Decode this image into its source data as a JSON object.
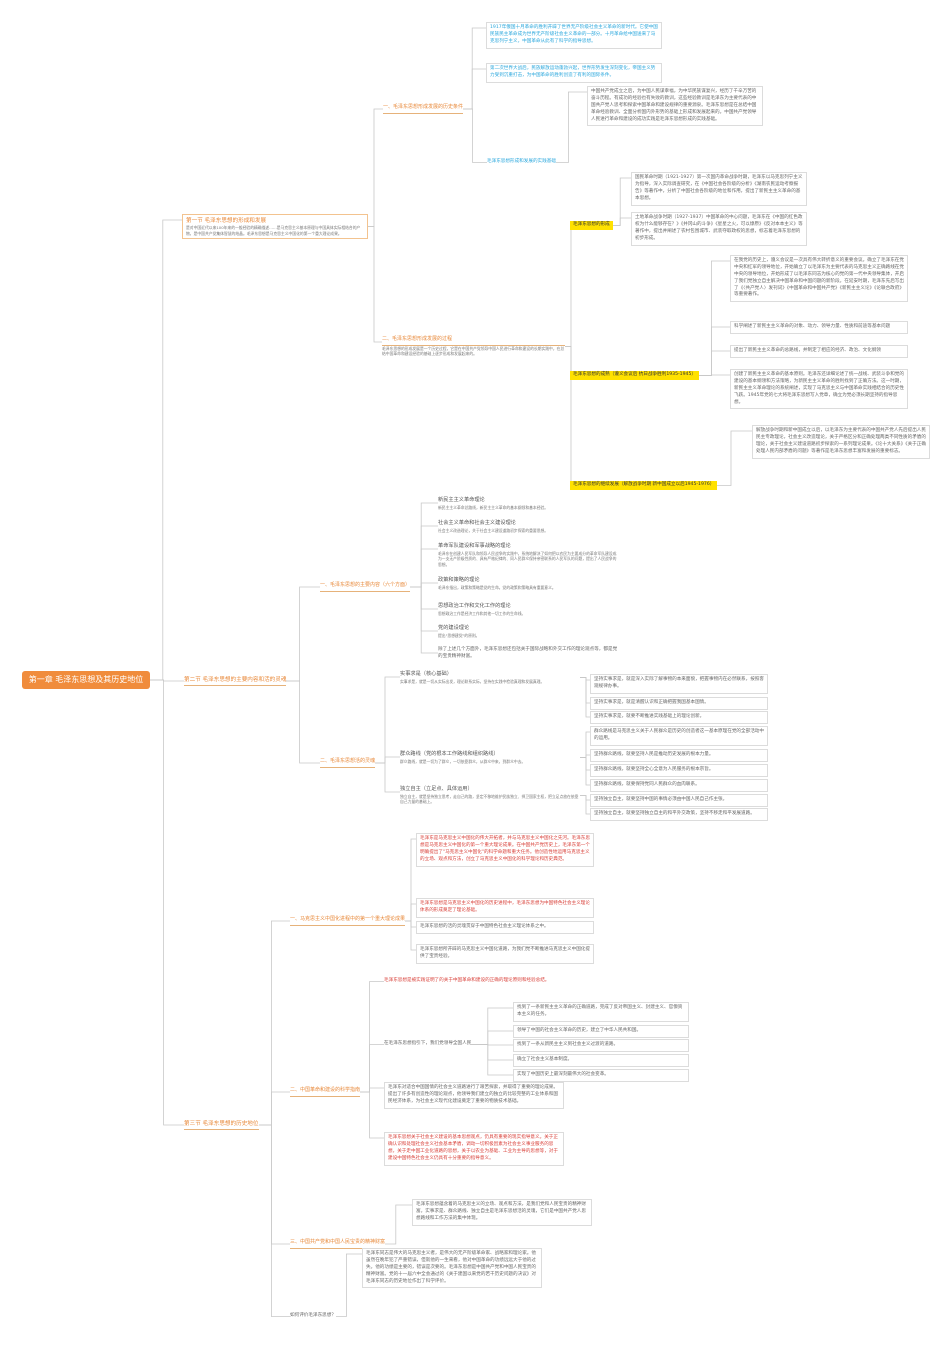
{
  "root": {
    "label": "第一章 毛泽东思想及其历史地位"
  },
  "section1": {
    "title": "第一节 毛泽东思想的形成和发展",
    "summary": "是对中国近代以来100年来的一般经验的精确描述……是马克思主义基本原理与中国具体实际相结合的产物，是中国共产党集体智慧的结晶。毛泽东思想是马克思主义中国化的第一个重大理论成果。",
    "sub1": {
      "title": "一、毛泽东思想形成发展的历史条件",
      "branch_label": "毛泽东思想形成和发展的实践基础",
      "node1": "1917年俄国十月革命的胜利开辟了世界无产阶级社会主义革命的新时代。它使中国民族民主革命成为世界无产阶级社会主义革命的一部分。十月革命给中国送来了马克思列宁主义，中国革命从此有了科学的指导思想。",
      "node2": "第二次世界大战后，民族解放运动蓬勃兴起，世界形势发生深刻变化，帝国主义势力受到沉重打击，为中国革命的胜利创造了有利的国际条件。",
      "node3": "中国共产党成立之后，为中国人民谋幸福，为中华民族谋复兴，经历了千辛万苦的奋斗历程。有成功的经验也有失败的教训，这些经验教训是毛泽东为主要代表的中国共产党人思考和探索中国革命和建设规律的重要源泉。毛泽东思想是在总结中国革命经验教训、全面分析国内外形势的基础上形成和发展起来的。中国共产党领导人民进行革命和建设的成功实践是毛泽东思想形成的实践基础。"
    },
    "sub2": {
      "title": "二、毛泽东思想形成发展的过程",
      "note": "毛泽东思想的形成发展是一个历史过程，它是在中国共产党领导中国人民进行革命和建设的长期实践中，在总结中国革命和建设经验的基础上逐步形成和发展起来的。",
      "stage1": {
        "label": "毛泽东思想的形成",
        "period1": "国民革命时期（1921-1927）第一次国内革命战争时期，毛泽东以马克思列宁主义为指导，深入实际调查研究，在《中国社会各阶级的分析》《湖南农民运动考察报告》等著作中，分析了中国社会各阶级的地位和作用，提出了新民主主义革命的基本思想。",
        "period2": "土地革命战争时期（1927-1937）中国革命的中心问题，毛泽东在《中国的红色政权为什么能够存在？》《井冈山的斗争》《星星之火，可以燎原》《反对本本主义》等著作中，提出并阐述了农村包围城市、武装夺取政权的思想，标志着毛泽东思想的初步形成。"
      },
      "stage2": {
        "label": "毛泽东思想的成熟（遵义会议后 抗日战争胜利1935-1945）",
        "p1": "在我党的历史上，遵义会议是一次具有伟大转折意义的重要会议。确立了毛泽东在党中央和红军的领导地位，开始确立了以毛泽东为主要代表的马克思主义正确路线在党中央的领导地位，开始形成了以毛泽东同志为核心的党的第一代中央领导集体，开启了我们党独立自主解决中国革命和中国问题的新阶段。在延安时期，毛泽东先后写出了《〈共产党人〉发刊词》《中国革命和中国共产党》《新民主主义论》《论联合政府》等重要著作。",
        "p2": "科学阐述了新民主主义革命的对象、动力、领导力量、性质和前途等基本问题",
        "p3": "提出了新民主主义革命的总路线，并制定了相应的经济、政治、文化纲领",
        "p4": "创建了新民主主义革命的基本原则。毛泽东还详细论述了统一战线、武装斗争和党的建设的基本纲领和方法策略，为新民主主义革命的胜利找到了正确方法。这一时期，新民主主义革命理论的系统阐述，实现了马克思主义与中国革命实践相结合的历史性飞跃。1945年党的七大将毛泽东思想写入党章，确立为党必须长期坚持的指导思想。"
      },
      "stage3": {
        "label": "毛泽东思想的继续发展（解放战争时期 新中国成立以后1945-1976）",
        "p1": "解放战争时期和新中国成立以后，以毛泽东为主要代表的中国共产党人先后提出人民民主专政理论，社会主义改造理论，关于严格区分和正确处理两类不同性质的矛盾的理论，关于社会主义建设道路初步探索的一系列理论成果。《论十大关系》《关于正确处理人民内部矛盾的问题》等著作是毛泽东思想丰富和发展的重要标志。"
      }
    }
  },
  "section2": {
    "title": "第二节 毛泽东思想的主要内容和活的灵魂",
    "sub1": {
      "title": "一、毛泽东思想的主要内容（六个方面）",
      "items": [
        {
          "title": "新民主主义革命理论",
          "note": "新民主主义革命总路线，新民主主义革命的基本纲领和基本经验。"
        },
        {
          "title": "社会主义革命和社会主义建设理论",
          "note": "社会主义改造理论，关于社会主义建设道路初步探索的重要思想。"
        },
        {
          "title": "革命军队建设和军事战略的理论",
          "note": "毛泽东在创建人民军队和领导人民战争的实践中，系统地解决了如何把以农民为主要成分的革命军队建设成为一支无产阶级性质的、具有严格纪律的、同人民群众保持亲密联系的人民军队的问题，提出了人民战争的思想。"
        },
        {
          "title": "政策和策略的理论",
          "note": "毛泽东指出，政策和策略是党的生命。党的政策和策略具有重要意义。"
        },
        {
          "title": "思想政治工作和文化工作的理论",
          "note": "思想政治工作是经济工作和其他一切工作的生命线。"
        },
        {
          "title": "党的建设理论",
          "note": "提出\"思想建党\"的原则。"
        }
      ],
      "footer": "除了上述几个方面外，毛泽东思想还包括关于国际战略和外交工作的理论观点等，都是党的宝贵精神财富。"
    },
    "sub2": {
      "title": "二、毛泽东思想活的灵魂",
      "items": [
        {
          "title": "实事求是（核心基础）",
          "note": "实事求是，就是一切从实际出发，理论联系实际，坚持在实践中检验真理和发展真理。",
          "children": [
            "坚持实事求是，就是深入实际了解事物的本来面貌，把握事物内在必然联系，按照客观规律办事。",
            "坚持实事求是，就是清醒认识和正确把握我国基本国情。",
            "坚持实事求是，就要不断推进实践基础上的理论创新。"
          ]
        },
        {
          "title": "群众路线（党的根本工作路线和组织路线）",
          "note": "群众路线，就是一切为了群众，一切依靠群众，从群众中来，到群众中去。",
          "children": [
            "群众路线是马克思主义关于人民群众是历史的创造者这一基本原理在党的全部活动中的运用。",
            "坚持群众路线，就要坚持人民是推动历史发展的根本力量。",
            "坚持群众路线，就要坚持全心全意为人民服务的根本宗旨。",
            "坚持群众路线，就要保持党同人民群众的血肉联系。"
          ]
        },
        {
          "title": "独立自主（立足点、具体运用）",
          "note": "独立自主，就是坚持独立思考，走自己的路，坚定不移地维护民族独立、捍卫国家主权，把立足点放在依靠自己力量的基础上。",
          "children": [
            "坚持独立自主，就要坚持中国的事情必须由中国人民自己作主张。",
            "坚持独立自主，就要坚持独立自主的和平外交政策，坚持不移走和平发展道路。"
          ]
        }
      ]
    }
  },
  "section3": {
    "title": "第三节 毛泽东思想的历史地位",
    "sub1": {
      "title": "一、马克思主义中国化进程中的第一个重大理论成果",
      "p1": "毛泽东是马克思主义中国化的伟大开拓者，并与马克思主义中国化之先河。毛泽东思想是马克思主义中国化的第一个重大理论成果。在中国共产党历史上，毛泽东第一个明确提出了\"马克思主义中国化\"的科学命题和重大任务。他创造性地运用马克思主义的立场、观点和方法，创立了马克思主义中国化的科学理论和历史典范。",
      "p2": "毛泽东思想是马克思主义中国化的历史进程中，毛泽东思想为中国特色社会主义理论体系的形成奠定了理论基础。",
      "p3": "毛泽东思想的活的灵魂贯穿于中国特色社会主义理论体系之中。",
      "p4": "毛泽东思想所开辟的马克思主义中国化道路，为我们党不断推进马克思主义中国化提供了宝贵经验。"
    },
    "sub2": {
      "title": "二、中国革命和建设的科学指南",
      "lead": "毛泽东思想是被实践证明了的关于中国革命和建设的正确的理论原则和经验总结。",
      "guide_label": "在毛泽东思想指引下，我们党领导全国人民",
      "items": [
        "找到了一条新民主主义革命的正确道路，完成了反对帝国主义、封建主义、官僚资本主义的任务。",
        "领导了中国的社会主义革命的历史，建立了中华人民共和国。",
        "找到了一条从新民主主义到社会主义过渡的道路。",
        "确立了社会主义基本制度。",
        "实现了中国历史上最深刻最伟大的社会变革。"
      ],
      "p1": "毛泽东对适合中国国情的社会主义道路进行了艰苦探索，并取得了重要的理论成果。提出了许多有创造性的理论观点，他领导我们建立的独立的比较完整的工业体系和国民经济体系，为社会主义现代化建设奠定了重要的物质技术基础。",
      "p2": "毛泽东思想关于社会主义建设的基本思想观点，仍具有重要的现实指导意义。关于正确认识和处理社会主义社会基本矛盾，调动一切积极因素为社会主义事业服务的思想，关于走中国工业化道路的思想，关于以农业为基础、工业为主导的思想等，对于建设中国特色社会主义仍具有十分重要的指导意义。"
    },
    "sub3": {
      "title": "三、中国共产党和中国人民宝贵的精神财富",
      "p1": "毛泽东思想蕴含着的马克思主义的立场、观点和方法，是我们党和人民宝贵的精神财富。实事求是、群众路线、独立自主是毛泽东思想活的灵魂，它们是中国共产党人思想路线和工作方法的集中体现。"
    },
    "evaluation": {
      "title": "如何评价毛泽东思想？",
      "p1": "毛泽东同志是伟大的马克思主义者，是伟大的无产阶级革命家、战略家和理论家。他虽然在晚年犯了严重错误，但就他的一生来看，他对中国革命的功绩远远大于他的过失。他的功绩是主要的，错误是次要的。毛泽东思想是中国共产党和中国人民宝贵的精神财富。党的十一届六中全会通过的《关于建国以来党的若干历史问题的决议》对毛泽东同志的历史地位作出了科学评价。"
    }
  }
}
